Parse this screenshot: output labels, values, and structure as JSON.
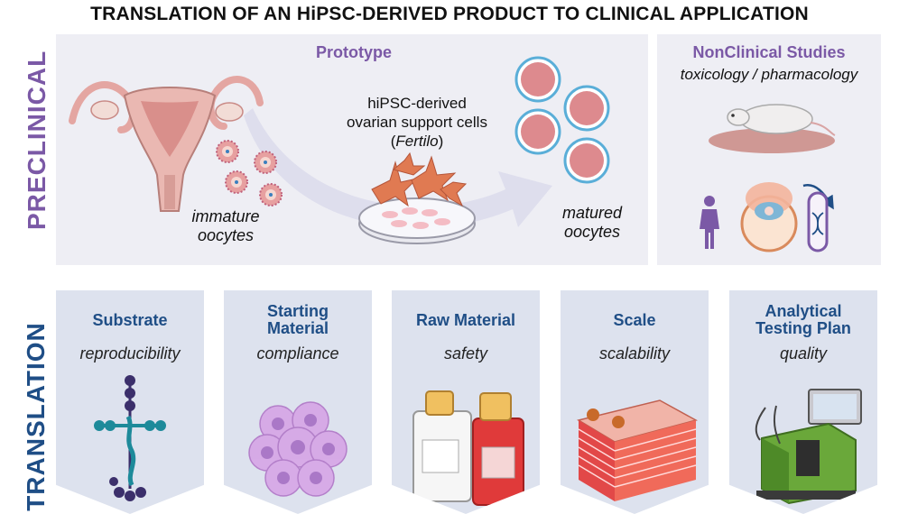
{
  "title": "TRANSLATION OF AN HiPSC-DERIVED PRODUCT TO CLINICAL APPLICATION",
  "side_labels": {
    "preclinical": "PRECLINICAL",
    "translation": "TRANSLATION"
  },
  "prototype": {
    "heading": "Prototype",
    "cells_line1": "hiPSC-derived",
    "cells_line2": "ovarian support cells",
    "cells_line3_open": "(",
    "cells_line3_name": "Fertilo",
    "cells_line3_close": ")",
    "immature_line1": "immature",
    "immature_line2": "oocytes",
    "matured_line1": "matured",
    "matured_line2": "oocytes"
  },
  "nonclinical": {
    "heading": "NonClinical Studies",
    "subtitle": "toxicology / pharmacology"
  },
  "translation_columns": [
    {
      "title_line1": "Substrate",
      "title_line2": "",
      "subtitle": "reproducibility",
      "icon": "laminin-molecule-icon"
    },
    {
      "title_line1": "Starting",
      "title_line2": "Material",
      "subtitle": "compliance",
      "icon": "cell-cluster-icon"
    },
    {
      "title_line1": "Raw Material",
      "title_line2": "",
      "subtitle": "safety",
      "icon": "media-bottles-icon"
    },
    {
      "title_line1": "Scale",
      "title_line2": "",
      "subtitle": "scalability",
      "icon": "cell-stack-icon"
    },
    {
      "title_line1": "Analytical",
      "title_line2": "Testing Plan",
      "subtitle": "quality",
      "icon": "analyzer-instrument-icon"
    }
  ],
  "colors": {
    "purple": "#7b59a6",
    "navy": "#1f4e86",
    "panel": "#eeeef4",
    "column": "#dde2ee"
  }
}
